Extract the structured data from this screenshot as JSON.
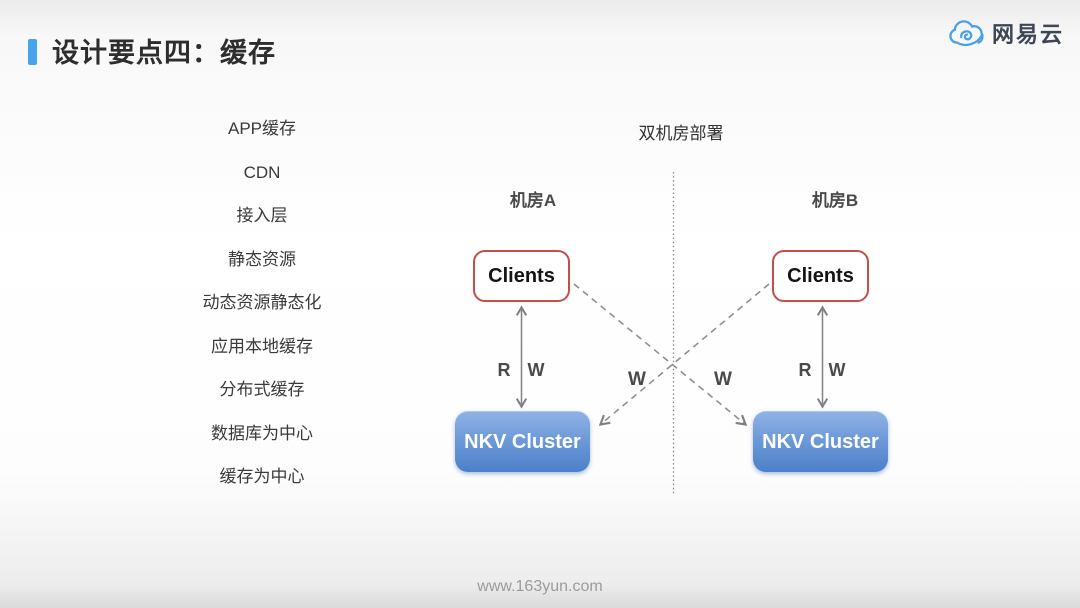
{
  "header": {
    "title": "设计要点四：缓存",
    "accent_color": "#47A4EA",
    "logo": {
      "text": "网易云",
      "icon": "cloud-icon",
      "icon_color": "#4AA0E8"
    }
  },
  "cache_list": {
    "items": [
      "APP缓存",
      "CDN",
      "接入层",
      "静态资源",
      "动态资源静态化",
      "应用本地缓存",
      "分布式缓存",
      "数据库为中心",
      "缓存为中心"
    ]
  },
  "diagram": {
    "title": "双机房部署",
    "zones": {
      "a": {
        "label": "机房A",
        "client": "Clients",
        "cluster": "NKV Cluster",
        "read": "R",
        "write": "W"
      },
      "b": {
        "label": "机房B",
        "client": "Clients",
        "cluster": "NKV Cluster",
        "read": "R",
        "write": "W"
      }
    },
    "cross_writes": {
      "left": "W",
      "right": "W"
    },
    "colors": {
      "client_border": "#C0504D",
      "cluster_gradient_top": "#8FB2E5",
      "cluster_gradient_bottom": "#4C80C9",
      "connector": "#808080"
    }
  },
  "footer": {
    "url": "www.163yun.com"
  }
}
